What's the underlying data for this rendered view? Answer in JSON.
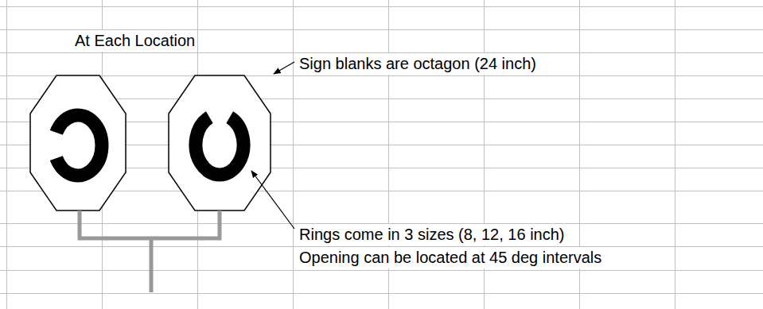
{
  "diagram": {
    "title": "At Each Location",
    "labels": [
      "Sign blanks are octagon (24 inch)",
      "Rings come in 3 sizes (8, 12, 16 inch)",
      "Opening can be located at 45 deg intervals"
    ]
  }
}
